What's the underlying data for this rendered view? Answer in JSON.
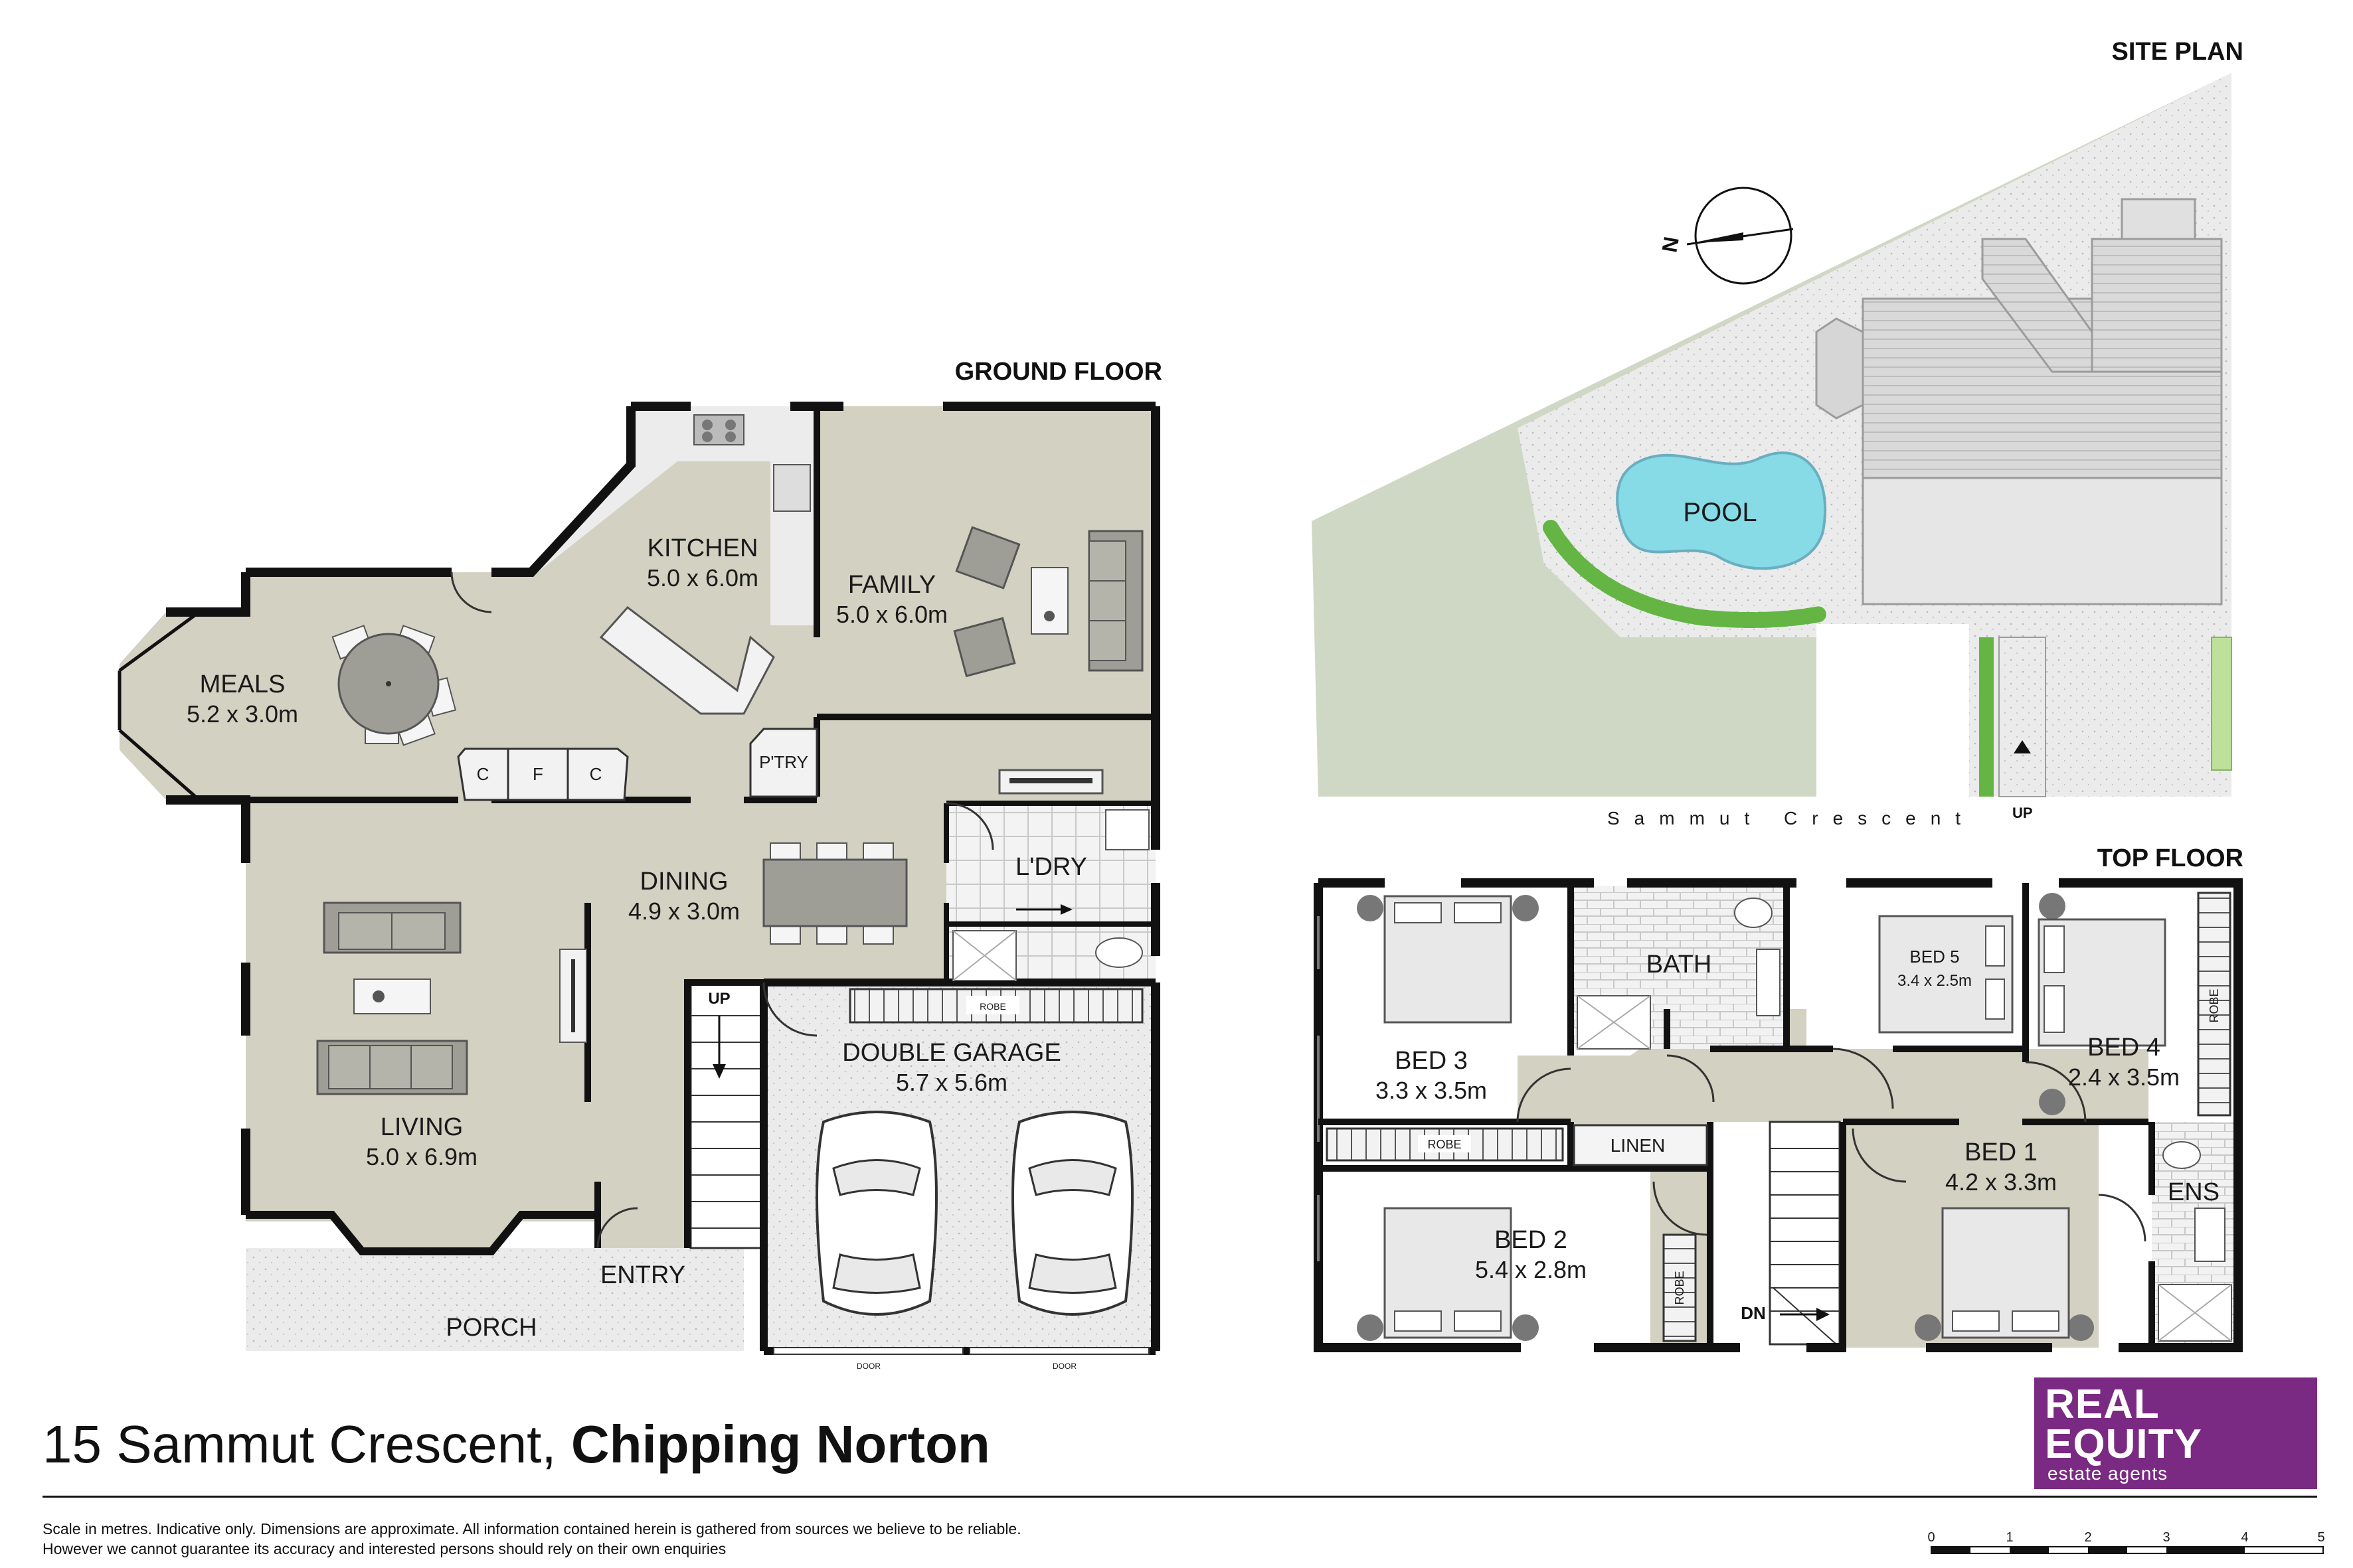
{
  "headers": {
    "site_plan": "SITE PLAN",
    "ground_floor": "GROUND FLOOR",
    "top_floor": "TOP FLOOR"
  },
  "ground_floor": {
    "kitchen": {
      "name": "KITCHEN",
      "dim": "5.0 x 6.0m"
    },
    "family": {
      "name": "FAMILY",
      "dim": "5.0 x 6.0m"
    },
    "meals": {
      "name": "MEALS",
      "dim": "5.2 x 3.0m"
    },
    "dining": {
      "name": "DINING",
      "dim": "4.9 x 3.0m"
    },
    "living": {
      "name": "LIVING",
      "dim": "5.0 x 6.9m"
    },
    "laundry": {
      "name": "L'DRY"
    },
    "pantry": {
      "name": "P'TRY"
    },
    "garage": {
      "name": "DOUBLE GARAGE",
      "dim": "5.7 x 5.6m"
    },
    "entry": {
      "name": "ENTRY"
    },
    "porch": {
      "name": "PORCH"
    },
    "robe": "ROBE",
    "stairs_up": "UP",
    "cupboards": [
      "C",
      "F",
      "C"
    ],
    "door_label": "DOOR"
  },
  "top_floor": {
    "bath": {
      "name": "BATH"
    },
    "bed1": {
      "name": "BED 1",
      "dim": "4.2 x 3.3m"
    },
    "bed2": {
      "name": "BED 2",
      "dim": "5.4 x 2.8m"
    },
    "bed3": {
      "name": "BED 3",
      "dim": "3.3 x 3.5m"
    },
    "bed4": {
      "name": "BED 4",
      "dim": "2.4 x 3.5m"
    },
    "bed5": {
      "name": "BED 5",
      "dim": "3.4 x 2.5m"
    },
    "ens": {
      "name": "ENS"
    },
    "linen": {
      "name": "LINEN"
    },
    "robe": "ROBE",
    "stairs_down": "DN"
  },
  "site_plan": {
    "pool": "POOL",
    "street": "Sammut Crescent",
    "up": "UP",
    "north": "N"
  },
  "address": {
    "street": "15 Sammut Crescent, ",
    "suburb": "Chipping Norton"
  },
  "disclaimer": "Scale in metres. Indicative only. Dimensions are approximate. All information contained herein is gathered from sources we believe to be reliable. However we cannot guarantee its accuracy and interested persons should rely on their own enquiries",
  "logo": {
    "line1": "REAL",
    "line2": "EQUITY",
    "line3": "estate agents"
  },
  "scale_bar": {
    "ticks": [
      "0",
      "1",
      "2",
      "3",
      "4",
      "5"
    ]
  },
  "colors": {
    "floor": "#d3d1c2",
    "lawn": "#cfd8c5",
    "pool": "#86dbe6",
    "logo": "#7a2a82"
  }
}
